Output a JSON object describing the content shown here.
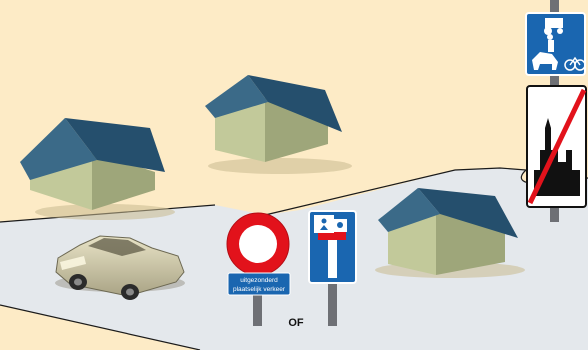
{
  "scene": {
    "background_color": "#fdebc6",
    "road_color": "#e4e8ec",
    "house_wall_color": "#b7bf8c",
    "house_roof_color": "#2d5a78",
    "sign_blue": "#1a66b0",
    "sign_red": "#e2121b"
  },
  "signs": {
    "no_entry": {
      "icon": "no-entry-sign-icon",
      "plate_line1": "uitgezonderd",
      "plate_line2": "plaatselijk verkeer"
    },
    "dead_end": {
      "icon": "dead-end-street-sign-icon"
    },
    "agricultural_road": {
      "icon": "tractor-rider-bicycle-sign-icon"
    },
    "end_built_up_area": {
      "icon": "end-of-built-up-area-sign-icon"
    }
  },
  "labels": {
    "or_text": "OF"
  }
}
